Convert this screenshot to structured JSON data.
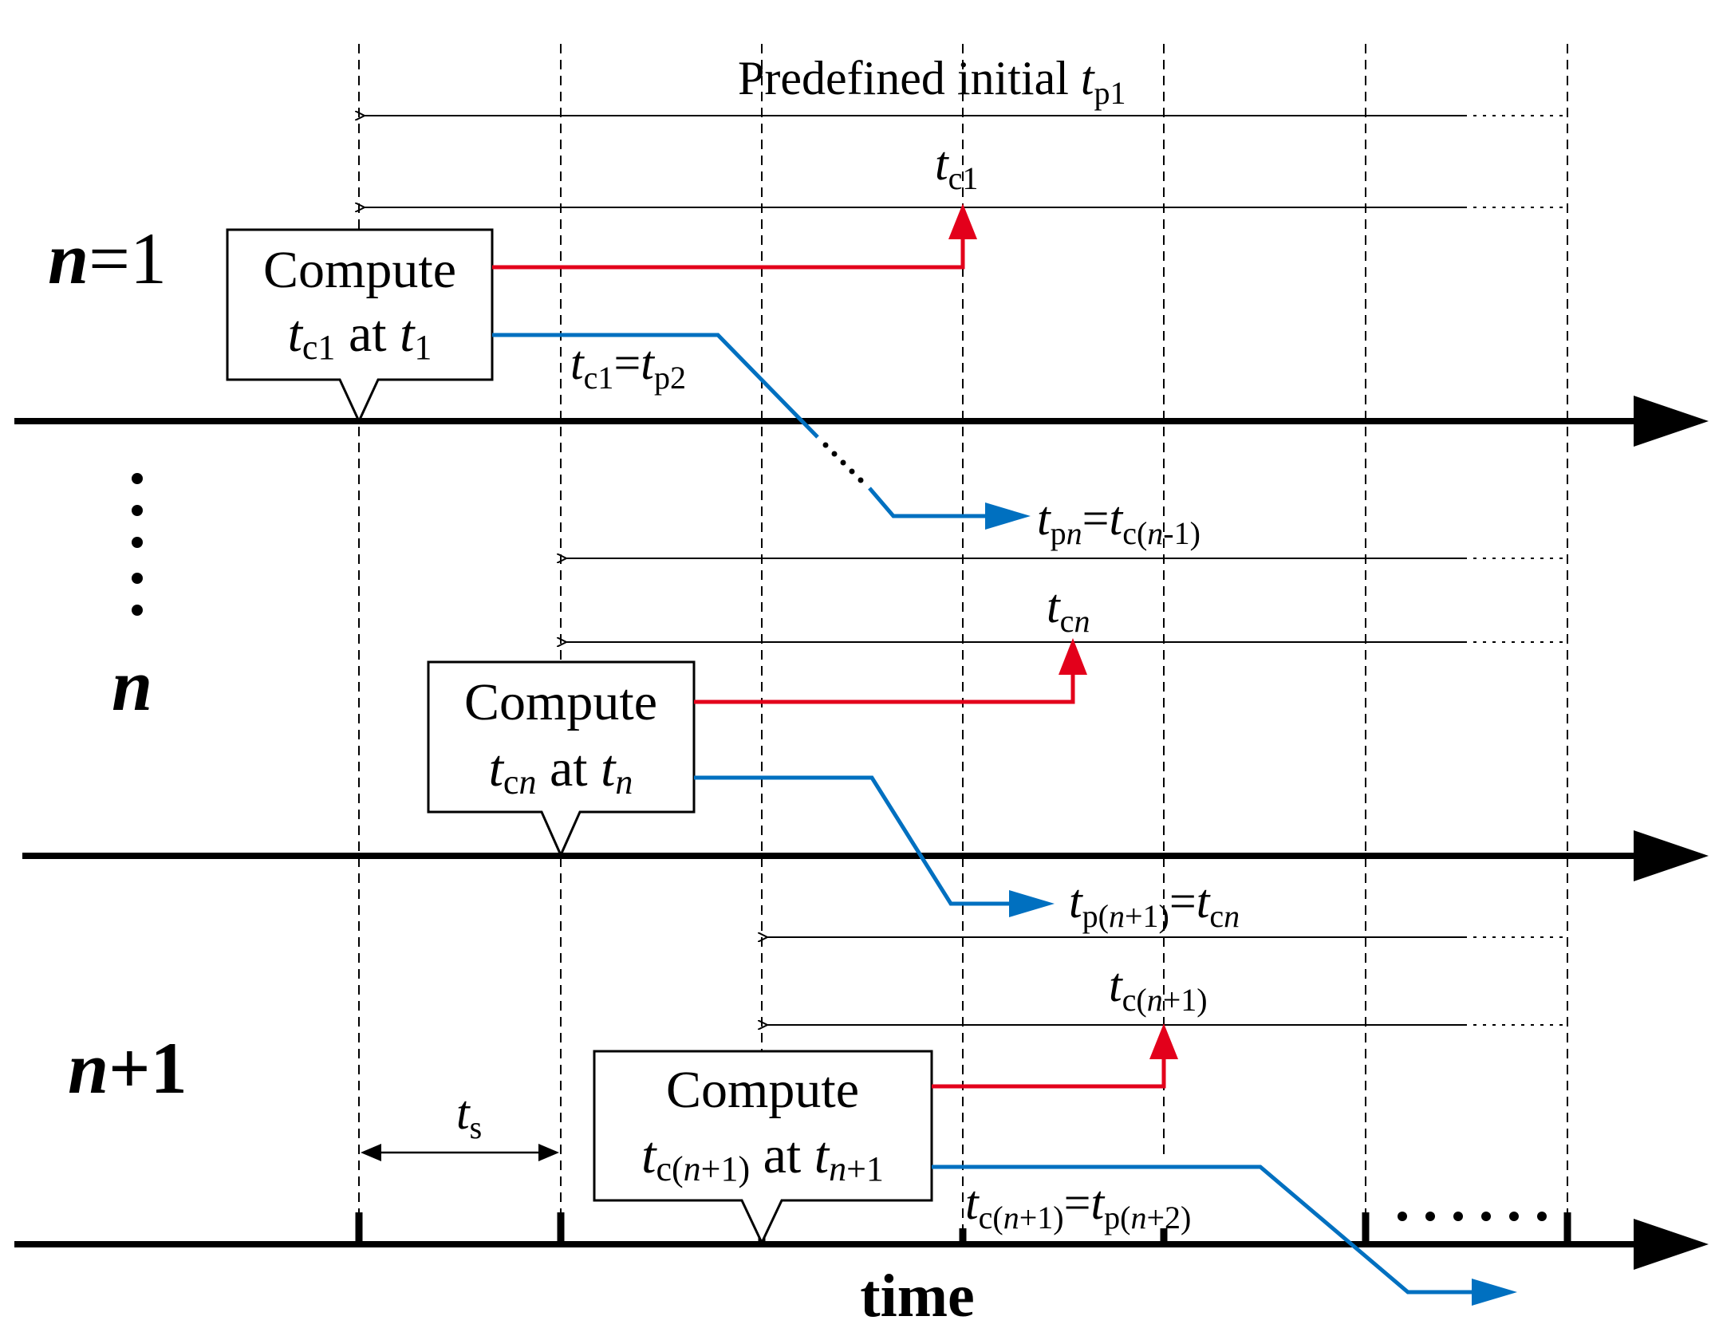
{
  "diagram": {
    "title_label": "Predefined initial t_p1",
    "rows": [
      {
        "label": "n=1"
      },
      {
        "label": "n"
      },
      {
        "label": "n+1"
      }
    ],
    "boxes": [
      {
        "line1": "Compute",
        "line2": "t_c1 at t_1"
      },
      {
        "line1": "Compute",
        "line2": "t_cn at t_n"
      },
      {
        "line1": "Compute",
        "line2": "t_c(n+1) at t_n+1"
      }
    ],
    "labels": {
      "tc1": "t_c1",
      "tc1_eq_tp2": "t_c1=t_p2",
      "tpn_eq": "t_pn=t_c(n-1)",
      "tcn": "t_cn",
      "tpn1_eq": "t_p(n+1)=t_cn",
      "tcn1": "t_c(n+1)",
      "ts": "t_s",
      "tcn1_eq": "t_c(n+1)=t_p(n+2)",
      "time": "time"
    },
    "colors": {
      "red": "#e3001b",
      "blue": "#0070c0",
      "black": "#000000"
    }
  }
}
